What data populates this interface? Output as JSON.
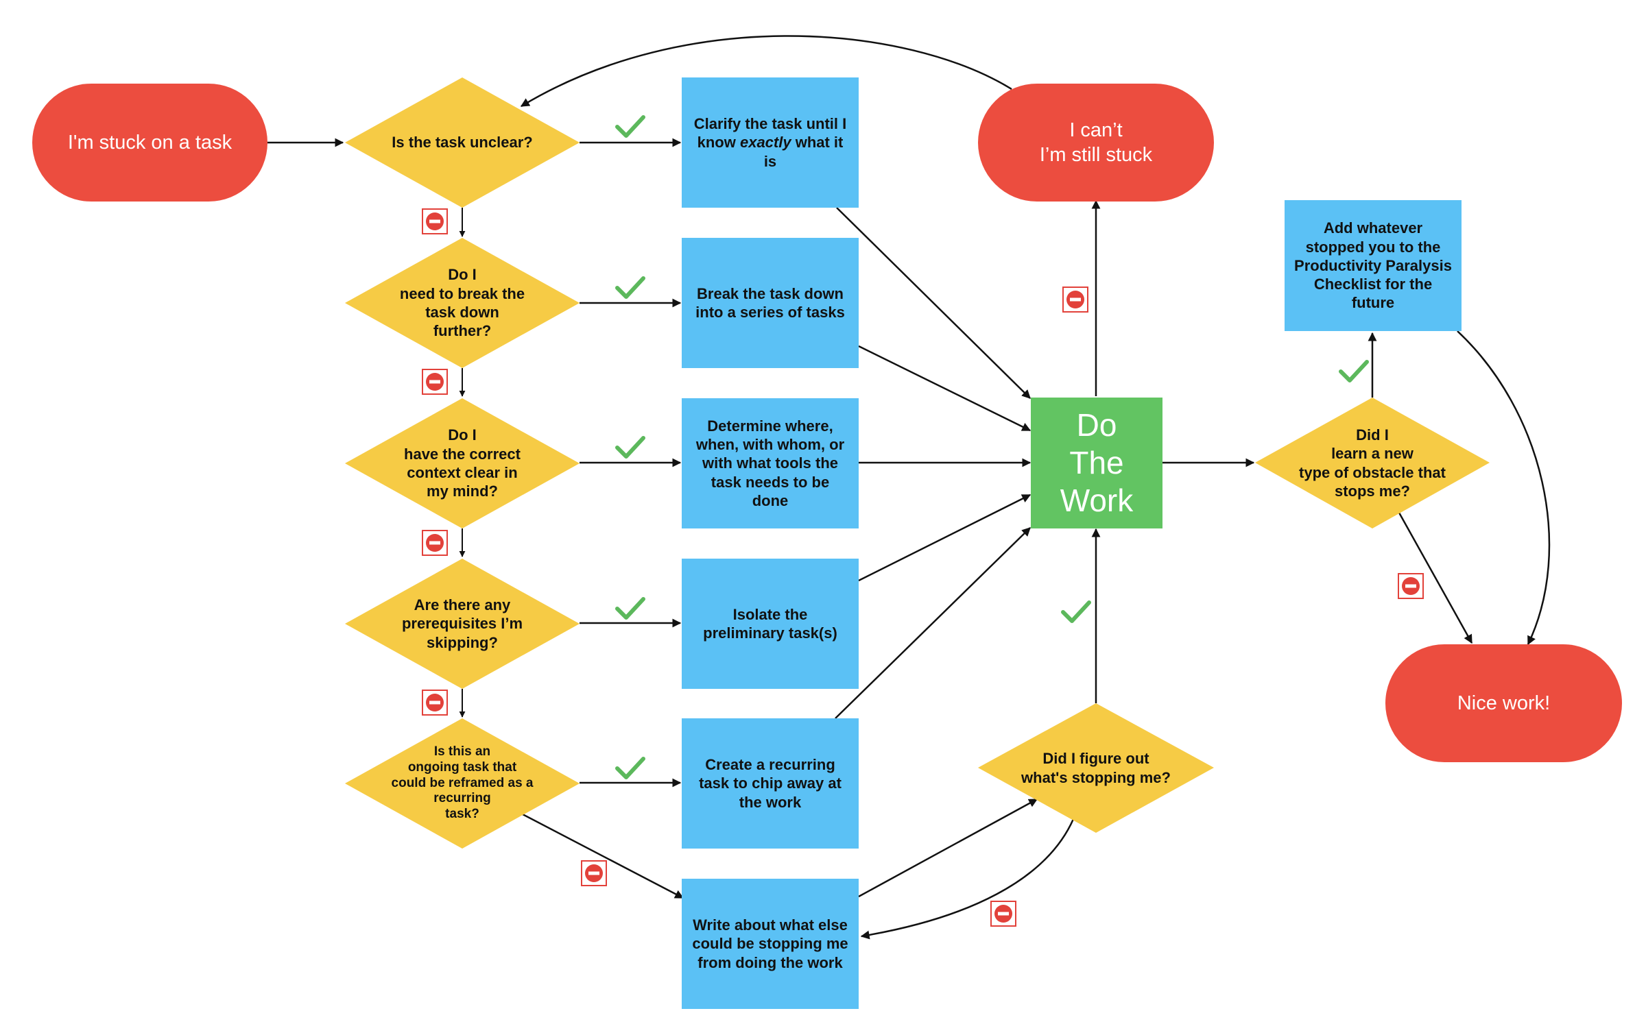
{
  "colors": {
    "terminal": "#EC4D3F",
    "decision": "#F6CB45",
    "process": "#5BC1F5",
    "action": "#62C462",
    "check": "#5CB85C",
    "stop": "#E2413A",
    "line": "#111111"
  },
  "icons": {
    "yes": "check-icon",
    "no": "no-entry-icon"
  },
  "nodes": {
    "stuck": "I'm stuck on a task",
    "q_unclear": "Is the task unclear?",
    "q_break": "Do I\nneed to break the\ntask down\nfurther?",
    "q_context": "Do I\nhave the correct\ncontext clear in\nmy mind?",
    "q_prereq": "Are there any\nprerequisites I’m\nskipping?",
    "q_ongoing": "Is this an\nongoing task that\ncould be reframed as a\nrecurring\ntask?",
    "clarify_before": "Clarify the task until I know ",
    "clarify_em": "exactly",
    "clarify_after": " what it is",
    "break_down": "Break the task down into a series of tasks",
    "determine": "Determine where, when, with whom, or with what tools the task needs to be done",
    "isolate": "Isolate the preliminary task(s)",
    "recurring": "Create a recurring task to chip away at the work",
    "write": "Write about what else could be stopping me from doing the work",
    "do_work": "Do\nThe\nWork",
    "cant": "I can’t\nI’m still stuck",
    "q_figure": "Did I figure out\nwhat's stopping me?",
    "q_learn": "Did I\nlearn a new\ntype of obstacle that\nstops me?",
    "add_checklist": "Add whatever stopped you to the Productivity Paralysis Checklist for the future",
    "nice": "Nice work!"
  }
}
